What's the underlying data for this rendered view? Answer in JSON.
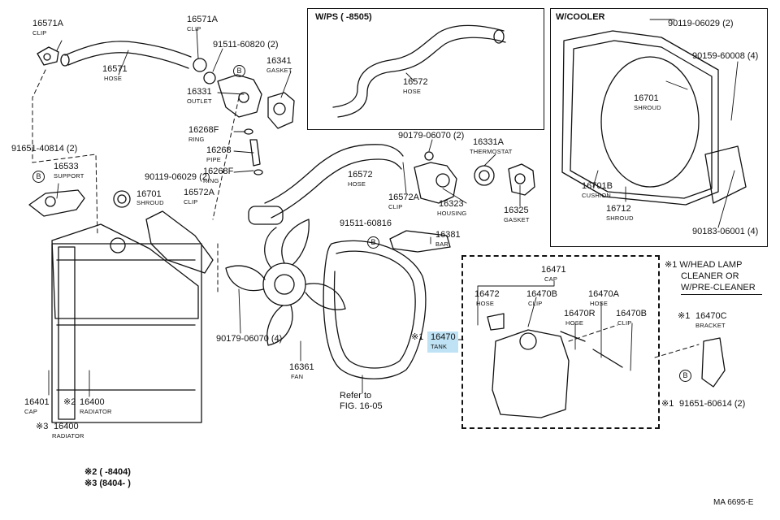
{
  "boxes": {
    "wps": "W/PS (        -8505)",
    "wcooler": "W/COOLER"
  },
  "parts": {
    "p16571A_top": {
      "number": "16571A",
      "name": "CLIP"
    },
    "p16571A_right": {
      "number": "16571A",
      "name": "CLIP"
    },
    "p16571": {
      "number": "16571",
      "name": "HOSE"
    },
    "p91511_60820": {
      "number": "91511-60820 (2)"
    },
    "p16341": {
      "number": "16341",
      "name": "GASKET"
    },
    "p16331": {
      "number": "16331",
      "name": "OUTLET"
    },
    "p16268F_top": {
      "number": "16268F",
      "name": "RING"
    },
    "p16268": {
      "number": "16268",
      "name": "PIPE"
    },
    "p16268F_bot": {
      "number": "16268F",
      "name": "RING"
    },
    "p91651_40814": {
      "number": "91651-40814 (2)"
    },
    "p16533": {
      "number": "16533",
      "name": "SUPPORT"
    },
    "p90119_06029_left": {
      "number": "90119-06029 (2)"
    },
    "p16701_left": {
      "number": "16701",
      "name": "SHROUD"
    },
    "p16572A_left": {
      "number": "16572A",
      "name": "CLIP"
    },
    "p16572_wps": {
      "number": "16572",
      "name": "HOSE"
    },
    "p90179_06070_top": {
      "number": "90179-06070 (2)"
    },
    "p16331A": {
      "number": "16331A",
      "name": "THERMOSTAT"
    },
    "p16572_mid": {
      "number": "16572",
      "name": "HOSE"
    },
    "p16572A_mid": {
      "number": "16572A",
      "name": "CLIP"
    },
    "p16323": {
      "number": "16323",
      "name": "HOUSING"
    },
    "p16325": {
      "number": "16325",
      "name": "GASKET"
    },
    "p91511_60816": {
      "number": "91511-60816"
    },
    "p16381": {
      "number": "16381",
      "name": "BAR"
    },
    "p90119_06029_right": {
      "number": "90119-06029 (2)"
    },
    "p90159_60008": {
      "number": "90159-60008 (4)"
    },
    "p16701_right": {
      "number": "16701",
      "name": "SHROUD"
    },
    "p16701B": {
      "number": "16701B",
      "name": "CUSHION"
    },
    "p16712": {
      "number": "16712",
      "name": "SHROUD"
    },
    "p90183_06001": {
      "number": "90183-06001 (4)"
    },
    "p90179_06070_bot": {
      "number": "90179-06070 (4)"
    },
    "p16361": {
      "number": "16361",
      "name": "FAN"
    },
    "p16470": {
      "mark": "※1",
      "number": "16470",
      "name": "TANK"
    },
    "p16471": {
      "number": "16471",
      "name": "CAP"
    },
    "p16472": {
      "number": "16472",
      "name": "HOSE"
    },
    "p16470B_top": {
      "number": "16470B",
      "name": "CLIP"
    },
    "p16470A": {
      "number": "16470A",
      "name": "HOSE"
    },
    "p16470R": {
      "number": "16470R",
      "name": "HOSE"
    },
    "p16470B_right": {
      "number": "16470B",
      "name": "CLIP"
    },
    "p16470C": {
      "mark": "※1",
      "number": "16470C",
      "name": "BRACKET"
    },
    "p91651_60614": {
      "mark": "※1",
      "number": "91651-60614 (2)"
    },
    "p16401": {
      "number": "16401",
      "name": "CAP"
    },
    "p16400_a": {
      "mark": "※2",
      "number": "16400",
      "name": "RADIATOR"
    },
    "p16400_b": {
      "mark": "※3",
      "number": "16400",
      "name": "RADIATOR"
    }
  },
  "notes": {
    "cond_line1": "※1 W/HEAD LAMP",
    "cond_line2": "CLEANER OR",
    "cond_line3": "W/PRE-CLEANER",
    "refer_line1": "Refer to",
    "refer_line2": "FIG. 16-05",
    "foot1": "※2 (        -8404)",
    "foot2": "※3 (8404-        )",
    "figure_code": "MA 6695-E"
  },
  "icons": [
    "bolt-b-icon"
  ],
  "colors": {
    "highlight": "#bfe3f5",
    "ink": "#111111"
  }
}
